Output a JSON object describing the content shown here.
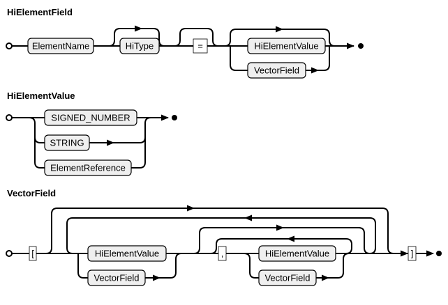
{
  "diagrams": [
    {
      "title": "HiElementField",
      "nodes": {
        "element_name": "ElementName",
        "hi_type": "HiType",
        "equals": "=",
        "hi_element_value": "HiElementValue",
        "vector_field": "VectorField"
      }
    },
    {
      "title": "HiElementValue",
      "nodes": {
        "signed_number": "SIGNED_NUMBER",
        "string": "STRING",
        "element_reference": "ElementReference"
      }
    },
    {
      "title": "VectorField",
      "nodes": {
        "open_bracket": "[",
        "hi_element_value": "HiElementValue",
        "vector_field": "VectorField",
        "comma": ",",
        "hi_element_value_2": "HiElementValue",
        "vector_field_2": "VectorField",
        "close_bracket": "]"
      }
    }
  ]
}
